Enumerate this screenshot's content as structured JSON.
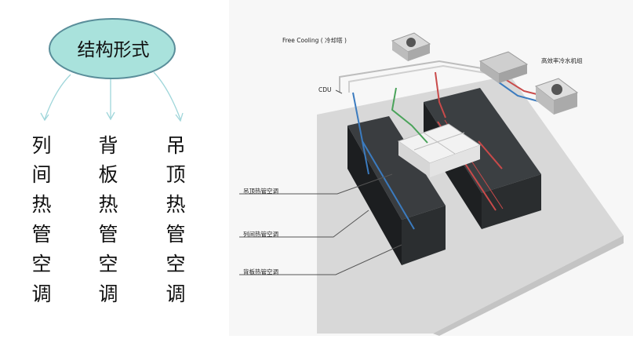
{
  "title": "结构形式",
  "columns": [
    {
      "chars": [
        "列",
        "间",
        "热",
        "管",
        "空",
        "调"
      ]
    },
    {
      "chars": [
        "背",
        "板",
        "热",
        "管",
        "空",
        "调"
      ]
    },
    {
      "chars": [
        "吊",
        "顶",
        "热",
        "管",
        "空",
        "调"
      ]
    }
  ],
  "photo_labels": {
    "free_cooling": "Free Cooling ( 冷却塔 )",
    "chiller": "高效率冷水机组",
    "cdu": "CDU",
    "ceiling": "吊顶热管空调",
    "row": "列间热管空调",
    "backboard": "背板热管空调"
  },
  "colors": {
    "ellipse_fill": "#a9e2dc",
    "ellipse_stroke": "#5a8e9a",
    "arrow": "#9fd6da",
    "floor": "#d8d8d8",
    "pipe_red": "#c94a4a",
    "pipe_blue": "#3b7bbf",
    "pipe_green": "#4aa35a"
  }
}
